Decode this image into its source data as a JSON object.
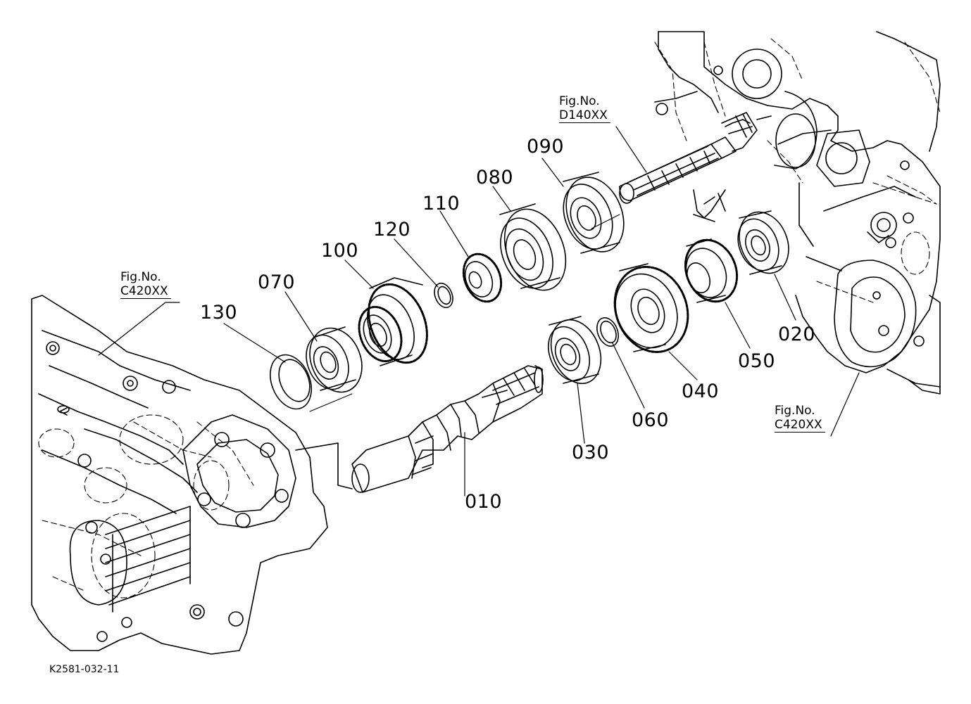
{
  "diagram_code": "K2581-032-11",
  "figure_refs": [
    {
      "id": "d140",
      "label": "Fig.No.",
      "code": "D140XX"
    },
    {
      "id": "c420-left",
      "label": "Fig.No.",
      "code": "C420XX"
    },
    {
      "id": "c420-right",
      "label": "Fig.No.",
      "code": "C420XX"
    }
  ],
  "parts": [
    {
      "id": "010",
      "label": "010"
    },
    {
      "id": "020",
      "label": "020"
    },
    {
      "id": "030",
      "label": "030"
    },
    {
      "id": "040",
      "label": "040"
    },
    {
      "id": "050",
      "label": "050"
    },
    {
      "id": "060",
      "label": "060"
    },
    {
      "id": "070",
      "label": "070"
    },
    {
      "id": "080",
      "label": "080"
    },
    {
      "id": "090",
      "label": "090"
    },
    {
      "id": "100",
      "label": "100"
    },
    {
      "id": "110",
      "label": "110"
    },
    {
      "id": "120",
      "label": "120"
    },
    {
      "id": "130",
      "label": "130"
    }
  ]
}
